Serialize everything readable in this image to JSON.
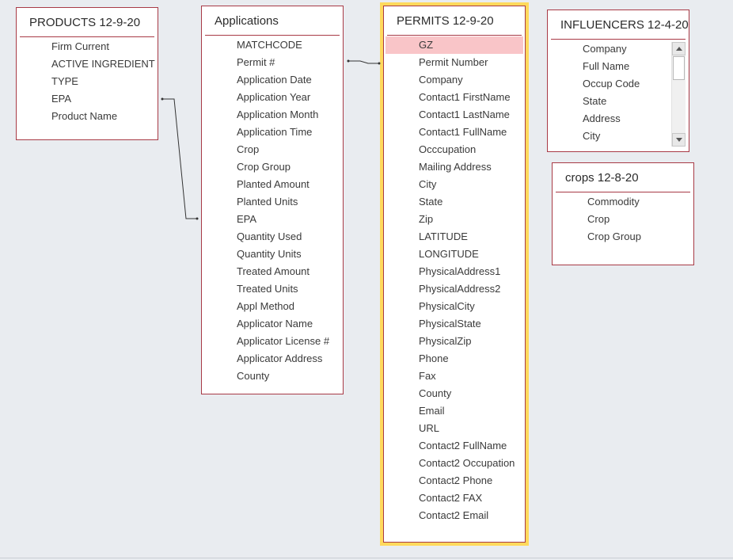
{
  "tables": {
    "products": {
      "title": "PRODUCTS 12-9-20",
      "fields": [
        "Firm Current",
        "ACTIVE INGREDIENT",
        "TYPE",
        "EPA",
        "Product Name"
      ]
    },
    "applications": {
      "title": "Applications",
      "fields": [
        "MATCHCODE",
        "Permit #",
        "Application Date",
        "Application Year",
        "Application Month",
        "Application Time",
        "Crop",
        "Crop Group",
        "Planted Amount",
        "Planted Units",
        "EPA",
        "Quantity Used",
        "Quantity Units",
        "Treated Amount",
        "Treated Units",
        "Appl Method",
        "Applicator Name",
        "Applicator License #",
        "Applicator Address",
        "County"
      ]
    },
    "permits": {
      "title": "PERMITS 12-9-20",
      "fields": [
        "GZ",
        "Permit Number",
        "Company",
        "Contact1 FirstName",
        "Contact1 LastName",
        "Contact1 FullName",
        "Occcupation",
        "Mailing Address",
        "City",
        "State",
        "Zip",
        "LATITUDE",
        "LONGITUDE",
        "PhysicalAddress1",
        "PhysicalAddress2",
        "PhysicalCity",
        "PhysicalState",
        "PhysicalZip",
        "Phone",
        "Fax",
        "County",
        "Email",
        "URL",
        "Contact2 FullName",
        "Contact2 Occupation",
        "Contact2 Phone",
        "Contact2 FAX",
        "Contact2 Email"
      ]
    },
    "influencers": {
      "title": "INFLUENCERS 12-4-20",
      "fields": [
        "Company",
        "Full Name",
        "Occup Code",
        "State",
        "Address",
        "City"
      ]
    },
    "crops": {
      "title": "crops 12-8-20",
      "fields": [
        "Commodity",
        "Crop",
        "Crop Group"
      ]
    }
  },
  "colors": {
    "table_border": "#a83a46",
    "selected_outline": "#ffd95c",
    "highlight_row": "#f9c5c8",
    "background": "#e9ecf0"
  }
}
